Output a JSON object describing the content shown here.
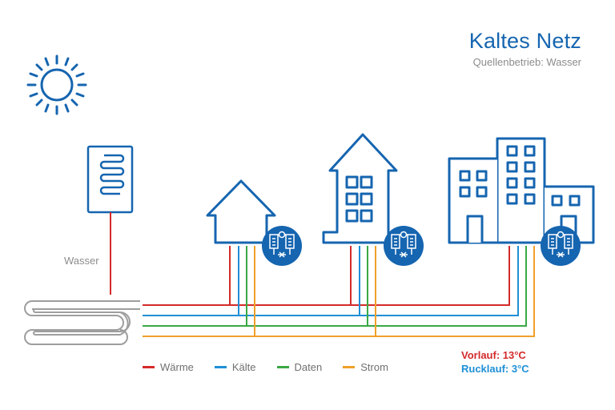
{
  "header": {
    "title": "Kaltes Netz",
    "subtitle": "Quellenbetrieb: Wasser"
  },
  "source": {
    "label": "Wasser"
  },
  "legend": [
    {
      "label": "Wärme",
      "color": "#d42a2a"
    },
    {
      "label": "Kälte",
      "color": "#1f8fd6"
    },
    {
      "label": "Daten",
      "color": "#3aa845"
    },
    {
      "label": "Strom",
      "color": "#f0a02a"
    }
  ],
  "temperatures": {
    "supply": "Vorlauf: 13°C",
    "return": "Rucklauf: 3°C"
  },
  "colors": {
    "building": "#1565b0",
    "pipe_coil": "#9e9e9e"
  },
  "icons": [
    "sun-icon",
    "solar-collector-icon",
    "ground-coil-icon",
    "heat-pump-icon"
  ]
}
